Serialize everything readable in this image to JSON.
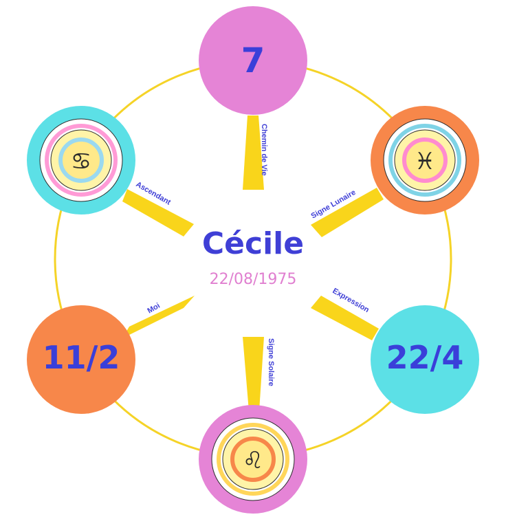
{
  "person": {
    "name": "Cécile",
    "date": "22/08/1975"
  },
  "nodes": {
    "top": {
      "value": "7",
      "color": "#e584d6"
    },
    "top_right": {
      "sign": "Pisces",
      "icon": "pisces-mandala-icon",
      "color": "#f7874a"
    },
    "bottom_right": {
      "value": "22/4",
      "color": "#5ce0e6"
    },
    "bottom": {
      "sign": "Leo",
      "icon": "leo-mandala-icon",
      "color": "#e584d6"
    },
    "bottom_left": {
      "value": "11/2",
      "color": "#f7874a"
    },
    "top_left": {
      "sign": "Cancer",
      "icon": "cancer-mandala-icon",
      "color": "#5ce0e6"
    }
  },
  "labels": {
    "top": "Chemin de Vie",
    "top_right": "Signe Lunaire",
    "bottom_right": "Expression",
    "bottom": "Signe Solaire",
    "bottom_left": "Moi",
    "top_left": "Ascendant"
  },
  "colors": {
    "ring": "#f5d327",
    "ray": "#f9d51b",
    "number_text": "#3a3fd9",
    "label_text": "#3f3fd6",
    "name_text": "#3f3fd6",
    "date_text": "#e07fd0"
  }
}
